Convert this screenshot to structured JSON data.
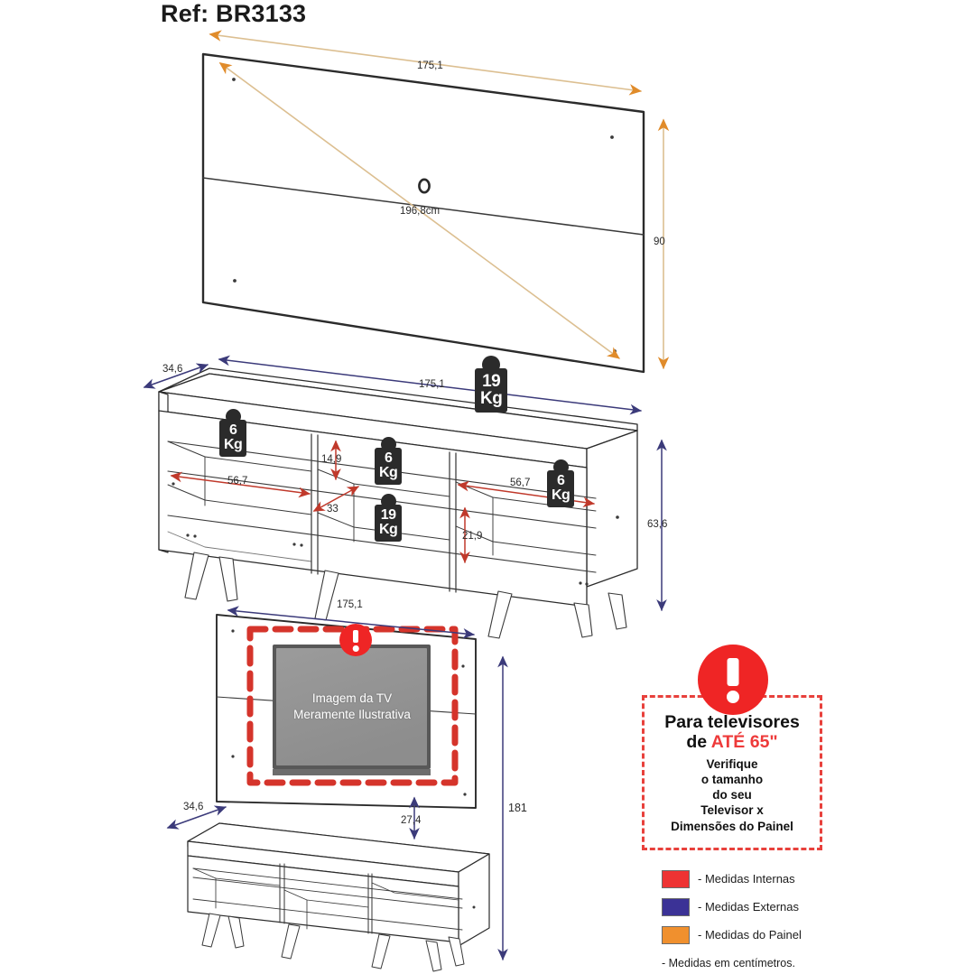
{
  "reference": {
    "label": "Ref: BR3133"
  },
  "panel_view": {
    "width_label": "175,1",
    "height_label": "90",
    "diagonal_label": "196,8cm"
  },
  "stand_view": {
    "depth_label": "34,6",
    "width_label": "175,1",
    "height_label": "63,6",
    "shelf_width_left_label": "56,7",
    "shelf_width_right_label": "56,7",
    "shelf_height_label": "14,9",
    "middle_width_label": "33",
    "lower_height_label": "21,9",
    "weights": [
      {
        "value": "19",
        "unit": "Kg"
      },
      {
        "value": "6",
        "unit": "Kg"
      },
      {
        "value": "6",
        "unit": "Kg"
      },
      {
        "value": "6",
        "unit": "Kg"
      },
      {
        "value": "19",
        "unit": "Kg"
      }
    ]
  },
  "assembly_view": {
    "panel_width_label": "175,1",
    "total_height_label": "181",
    "gap_label": "27,4",
    "stand_depth_label": "34,6",
    "tv_placeholder_line1": "Imagem da TV",
    "tv_placeholder_line2": "Meramente Ilustrativa"
  },
  "warning": {
    "line1": "Para televisores",
    "line2_prefix": "de ",
    "line2_highlight": "ATÉ 65\"",
    "sub_line1": "Verifique",
    "sub_line2": "o tamanho",
    "sub_line3": "do seu",
    "sub_line4": "Televisor x",
    "sub_line5": "Dimensões do Painel"
  },
  "legend": {
    "items": [
      {
        "color": "#ee3333",
        "label": "- Medidas Internas"
      },
      {
        "color": "#3b3296",
        "label": "- Medidas Externas"
      },
      {
        "color": "#f0902e",
        "label": "- Medidas do Painel"
      }
    ],
    "note": "- Medidas em centímetros."
  },
  "colors": {
    "internal": "#ee3333",
    "external": "#3b3296",
    "panel": "#f0902e",
    "outline": "#2b2b2b",
    "warning_red": "#ef2525"
  }
}
